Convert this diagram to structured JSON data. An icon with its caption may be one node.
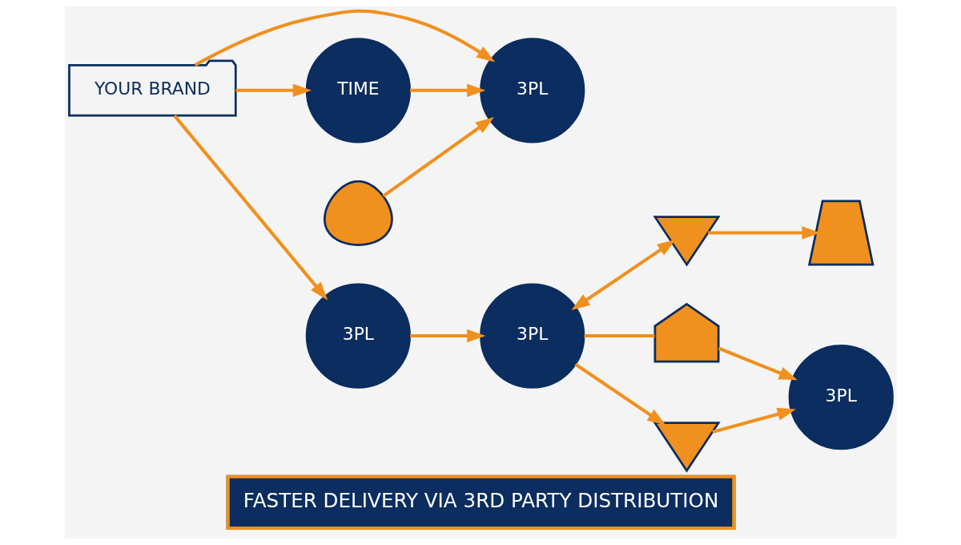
{
  "diagram": {
    "title": "FASTER DELIVERY VIA 3RD PARTY DISTRIBUTION",
    "nodes": [
      {
        "text": [
          "YOUR BRAND"
        ]
      },
      {
        "text": [
          "3PL"
        ]
      },
      {
        "text": [
          "TIME"
        ]
      },
      {
        "text": [],
        "shape": "person"
      },
      {
        "text": [
          "3PL"
        ]
      },
      {
        "text": [
          "3PL"
        ]
      },
      {
        "text": [],
        "shape": "pin"
      },
      {
        "text": [],
        "shape": "house"
      },
      {
        "text": [
          "3PL"
        ]
      },
      {
        "text": [],
        "shape": "pin"
      },
      {
        "text": [],
        "shape": "cart"
      }
    ],
    "edges": [
      {
        "from": 0,
        "to": 1,
        "arrow": "to"
      },
      {
        "from": 0,
        "to": 2,
        "arrow": "to"
      },
      {
        "from": 0,
        "to": 4,
        "arrow": "to"
      },
      {
        "from": 2,
        "to": 1,
        "arrow": "to"
      },
      {
        "from": 3,
        "to": 1,
        "arrow": "to"
      },
      {
        "from": 4,
        "to": 5,
        "arrow": "to"
      },
      {
        "from": 5,
        "to": 6,
        "arrow": "both"
      },
      {
        "from": 6,
        "to": 10,
        "arrow": "to"
      },
      {
        "from": 5,
        "to": 7,
        "arrow": "none"
      },
      {
        "from": 7,
        "to": 8,
        "arrow": "to"
      },
      {
        "from": 5,
        "to": 9,
        "arrow": "to"
      },
      {
        "from": 9,
        "to": 8,
        "arrow": "to"
      }
    ]
  }
}
